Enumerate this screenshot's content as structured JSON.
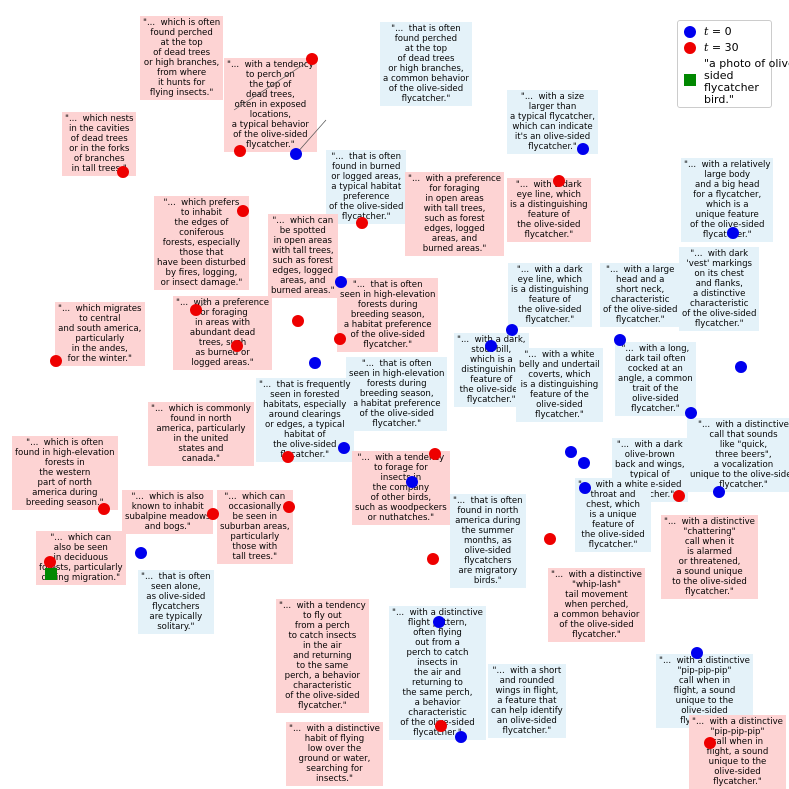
{
  "chart_data": {
    "type": "scatter",
    "legend": {
      "position": "top-right",
      "entries": [
        {
          "name": "t=0",
          "color": "#0000ee",
          "marker": "circle",
          "label_prefix": "t",
          "label_value": " = 0"
        },
        {
          "name": "t=30",
          "color": "#ee0000",
          "marker": "circle",
          "label_prefix": "t",
          "label_value": " = 30"
        },
        {
          "name": "\"a photo of olive sided flycatcher bird.\"",
          "color": "#008800",
          "marker": "square",
          "label_text": "\"a photo of olive\nsided\nflycatcher\nbird.\""
        }
      ]
    },
    "target": {
      "x": 51,
      "y": 574,
      "label": "\"a photo of olive sided flycatcher bird.\""
    },
    "series": [
      {
        "name": "t=0",
        "color": "#0000ee",
        "points": [
          {
            "x": 296,
            "y": 154,
            "label": "\"...  that is often\nfound perched\nat the top\nof dead trees\nor high branches,\na common behavior\nof the olive-sided\nflycatcher.\""
          },
          {
            "x": 583,
            "y": 149,
            "label": "\"...  with a size\nlarger than\na typical flycatcher,\nwhich can indicate\nit's an olive-sided\nflycatcher.\""
          },
          {
            "x": 733,
            "y": 233,
            "label": "\"...  with a relatively\nlarge body\nand a big head\nfor a flycatcher,\nwhich is a\nunique feature\nof the olive-sided\nflycatcher.\""
          },
          {
            "x": 741,
            "y": 367,
            "label": "\"...  with dark\n'vest' markings\non its chest\nand flanks,\na distinctive\ncharacteristic\nof the olive-sided\nflycatcher.\""
          },
          {
            "x": 341,
            "y": 282,
            "label": "\"...  that is often\nfound in burned\nor logged areas,\na typical habitat\npreference\nof the olive-sided\nflycatcher.\""
          },
          {
            "x": 512,
            "y": 330,
            "label": "\"...  with a dark\neye line, which\nis a distinguishing\nfeature of\nthe olive-sided\nflycatcher.\""
          },
          {
            "x": 620,
            "y": 340,
            "label": "\"...  with a large\nhead and a\nshort neck,\ncharacteristic\nof the olive-sided\nflycatcher.\""
          },
          {
            "x": 315,
            "y": 363,
            "label": "\"...  that is often\nseen in high-elevation\nforests during\nbreeding season,\na habitat preference\nof the olive-sided\nflycatcher.\""
          },
          {
            "x": 491,
            "y": 346,
            "label": "\"...  with a dark,\nstout bill,\nwhich is a\ndistinguishing\nfeature of\nthe olive-sided\nflycatcher.\""
          },
          {
            "x": 571,
            "y": 452,
            "label": "\"...  with a white\nbelly and undertail\ncoverts, which\nis a distinguishing\nfeature of the\nolive-sided\nflycatcher.\""
          },
          {
            "x": 344,
            "y": 448,
            "label": "\"...  that is frequently\nseen in forested\nhabitats, especially\naround clearings\nor edges, a typical\nhabitat of\nthe olive-sided\nflycatcher.\""
          },
          {
            "x": 691,
            "y": 413,
            "label": "\"...  with a long,\ndark tail often\ncocked at an\nangle, a common\ntrait of the\nolive-sided\nflycatcher.\""
          },
          {
            "x": 584,
            "y": 463,
            "label": "\"...  with a dark\nolive-brown\nback and wings,\ntypical of\nthe olive-sided\nflycatcher.\""
          },
          {
            "x": 719,
            "y": 492,
            "label": "\"...  with a distinctive\ncall that sounds\nlike \"quick,\nthree beers\",\na vocalization\nunique to the olive-sided\nflycatcher.\""
          },
          {
            "x": 585,
            "y": 488,
            "label": "\"...  with a white\nthroat and\nchest, which\nis a unique\nfeature of\nthe olive-sided\nflycatcher.\""
          },
          {
            "x": 412,
            "y": 482,
            "label": "\"...  that is often\nfound in north\namerica during\nthe summer\nmonths, as\nolive-sided\nflycatchers\nare migratory\nbirds.\""
          },
          {
            "x": 141,
            "y": 553,
            "label": "\"...  that is often\nseen alone,\nas olive-sided\nflycatchers\nare typically\nsolitary.\""
          },
          {
            "x": 439,
            "y": 622,
            "label": "\"...  with a distinctive\nflight pattern,\noften flying\nout from a\nperch to catch\ninsects in\nthe air and\nreturning to\nthe same perch,\na behavior\ncharacteristic\nof the olive-sided\nflycatcher.\""
          },
          {
            "x": 461,
            "y": 737,
            "label": "\"...  with a short\nand rounded\nwings in flight,\na feature that\ncan help identify\nan olive-sided\nflycatcher.\""
          },
          {
            "x": 697,
            "y": 653,
            "label": "\"...  with a distinctive\n\"pip-pip-pip\"\ncall when in\nflight, a sound\nunique to the\nolive-sided\nflycatcher.\""
          }
        ]
      },
      {
        "name": "t=30",
        "color": "#ee0000",
        "points": [
          {
            "x": 240,
            "y": 151,
            "label": "\"...  which is often\nfound perched\nat the top\nof dead trees\nor high branches,\nfrom where\nit hunts for\nflying insects.\""
          },
          {
            "x": 312,
            "y": 59,
            "label": "\"...  with a tendency\nto perch on\nthe top of\ndead trees,\noften in exposed\nlocations,\na typical behavior\nof the olive-sided\nflycatcher.\""
          },
          {
            "x": 123,
            "y": 172,
            "label": "\"...  which nests\nin the cavities\nof dead trees\nor in the forks\nof branches\nin tall trees.\""
          },
          {
            "x": 243,
            "y": 211,
            "label": "\"...  which prefers\nto inhabit\nthe edges of\nconiferous\nforests, especially\nthose that\nhave been disturbed\nby fires, logging,\nor insect damage.\""
          },
          {
            "x": 362,
            "y": 223,
            "label": "\"...  with a preference\nfor foraging\nin open areas\nwith tall trees,\nsuch as forest\nedges, logged\nareas, and\nburned areas.\""
          },
          {
            "x": 298,
            "y": 321,
            "label": "\"...  which can\nbe spotted\nin open areas\nwith tall trees,\nsuch as forest\nedges, logged\nareas, and\nburned areas.\""
          },
          {
            "x": 559,
            "y": 181,
            "label": "\"...  with a dark\neye line, which\nis a distinguishing\nfeature of\nthe olive-sided\nflycatcher.\""
          },
          {
            "x": 340,
            "y": 339,
            "label": "\"...  that is often\nseen in high-elevation\nforests during\nbreeding season,\na habitat preference\nof the olive-sided\nflycatcher.\""
          },
          {
            "x": 196,
            "y": 310,
            "label": "\"...  with a preference\nfor foraging\nin areas with\nabundant dead\ntrees, such\nas burned or\nlogged areas.\""
          },
          {
            "x": 237,
            "y": 346,
            "label": "\"...  with a preference\nfor foraging\nin areas with\nabundant dead\ntrees, such\nas burned or\nlogged areas.\""
          },
          {
            "x": 56,
            "y": 361,
            "label": "\"...  which migrates\nto central\nand south america,\nparticularly\nin the andes,\nfor the winter.\""
          },
          {
            "x": 288,
            "y": 457,
            "label": "\"...  which is commonly\nfound in north\namerica, particularly\nin the united\nstates and\ncanada.\""
          },
          {
            "x": 435,
            "y": 454,
            "label": "\"...  with a tendency\nto forage for\ninsects in\nthe company\nof other birds,\nsuch as woodpeckers\nor nuthatches.\""
          },
          {
            "x": 104,
            "y": 509,
            "label": "\"...  which is often\nfound in high-elevation\nforests in\nthe western\npart of north\namerica during\nbreeding season.\""
          },
          {
            "x": 213,
            "y": 514,
            "label": "\"...  which is also\nknown to inhabit\nsubalpine meadows\nand bogs.\""
          },
          {
            "x": 289,
            "y": 507,
            "label": "\"...  which can\noccasionally\nbe seen in\nsuburban areas,\nparticularly\nthose with\ntall trees.\""
          },
          {
            "x": 50,
            "y": 562,
            "label": "\"...  which can\nalso be seen\nin deciduous\nforests, particularly\nduring migration.\""
          },
          {
            "x": 550,
            "y": 539,
            "label": "\"...  with a distinctive\n\"whip-lash\"\ntail movement\nwhen perched,\na common behavior\nof the olive-sided\nflycatcher.\""
          },
          {
            "x": 679,
            "y": 496,
            "label": "\"...  with a distinctive\n\"chattering\"\ncall when it\nis alarmed\nor threatened,\na sound unique\nto the olive-sided\nflycatcher.\""
          },
          {
            "x": 433,
            "y": 559,
            "label": "\"...  with a tendency\nto fly out\nfrom a perch\nto catch insects\nin the air\nand returning\nto the same\nperch, a behavior\ncharacteristic\nof the olive-sided\nflycatcher.\""
          },
          {
            "x": 441,
            "y": 726,
            "label": "\"...  with a distinctive\nhabit of flying\nlow over the\nground or water,\nsearching for\ninsects.\""
          },
          {
            "x": 710,
            "y": 743,
            "label": "\"...  with a distinctive\n\"pip-pip-pip\"\ncall when in\nflight, a sound\nunique to the\nolive-sided\nflycatcher.\""
          }
        ]
      }
    ]
  }
}
